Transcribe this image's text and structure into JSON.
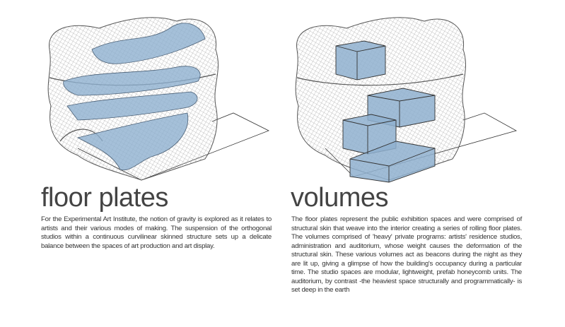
{
  "panels": [
    {
      "title": "floor plates",
      "text": "For the Experimental Art Institute, the notion of gravity is explored as it relates to artists and their various modes of making. The suspension of the orthogonal studios within a continuous curvilinear skinned structure sets up a delicate balance between the spaces of art production and art display."
    },
    {
      "title": "volumes",
      "text": "The floor plates represent the public exhibition spaces and were comprised of structural skin that weave into the interior creating a series of rolling floor plates. The volumes comprised of 'heavy' private programs: artists' residence studios, administration and auditorium, whose weight causes the deformation of the structural skin. These various volumes act as beacons during the night as they are lit up, giving a glimpse of how the building's occupancy during a particular time. The studio spaces are modular, lightweight, prefab honeycomb units. The auditorium, by contrast  -the heaviest space structurally and programmatically- is set deep in the earth"
    }
  ],
  "colors": {
    "plate_fill": "#8fb0cf",
    "mesh": "#888888",
    "line": "#333333"
  }
}
